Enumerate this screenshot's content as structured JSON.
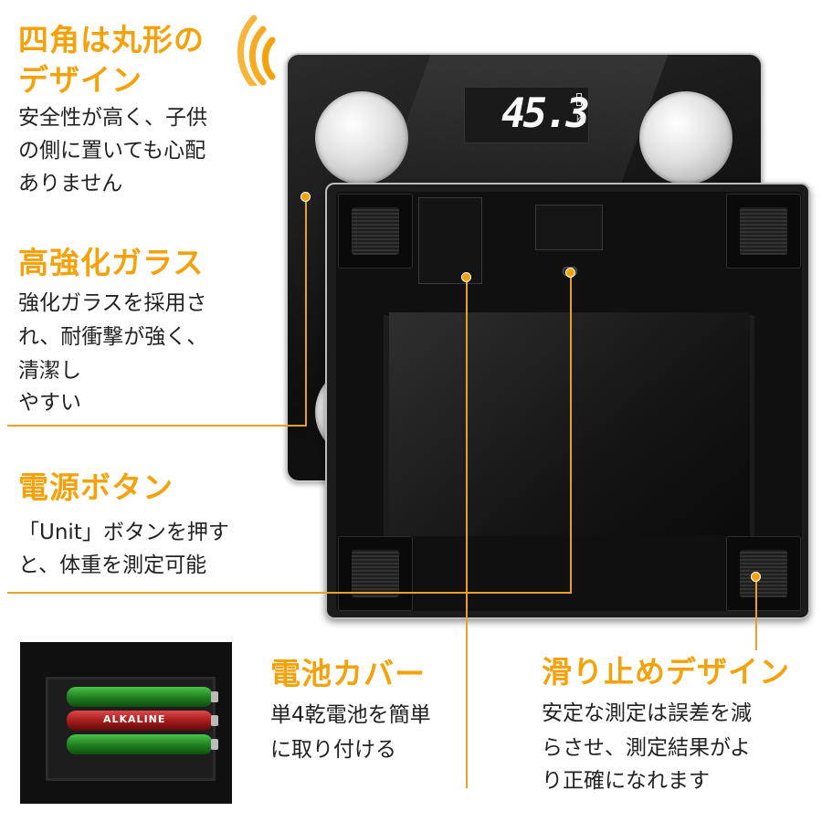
{
  "display": {
    "weight_value": "45.3",
    "weight_unit": "kg"
  },
  "features": {
    "rounded": {
      "title_line1": "四角は丸形の",
      "title_line2": "デザイン",
      "body": [
        "安全性が高く、子供",
        "の側に置いても心配",
        "ありません"
      ]
    },
    "glass": {
      "title": "高強化ガラス",
      "body": [
        "強化ガラスを採用さ",
        "れ、耐衝撃が強く、",
        "清潔し",
        "やすい"
      ]
    },
    "power": {
      "title": "電源ボタン",
      "body": [
        "「Unit」ボタンを押す",
        "と、体重を測定可能"
      ]
    },
    "battery": {
      "title": "電池カバー",
      "body": [
        "単4乾電池を簡単",
        "に取り付ける"
      ]
    },
    "antislip": {
      "title": "滑り止めデザイン",
      "body": [
        "安定な測定は誤差を減",
        "らさせ、測定結果がよ",
        "り正確になれます"
      ]
    }
  },
  "battery_photo": {
    "cell_text": "ALKALINE"
  },
  "colors": {
    "accent": "#f5a20a",
    "text": "#222222"
  }
}
